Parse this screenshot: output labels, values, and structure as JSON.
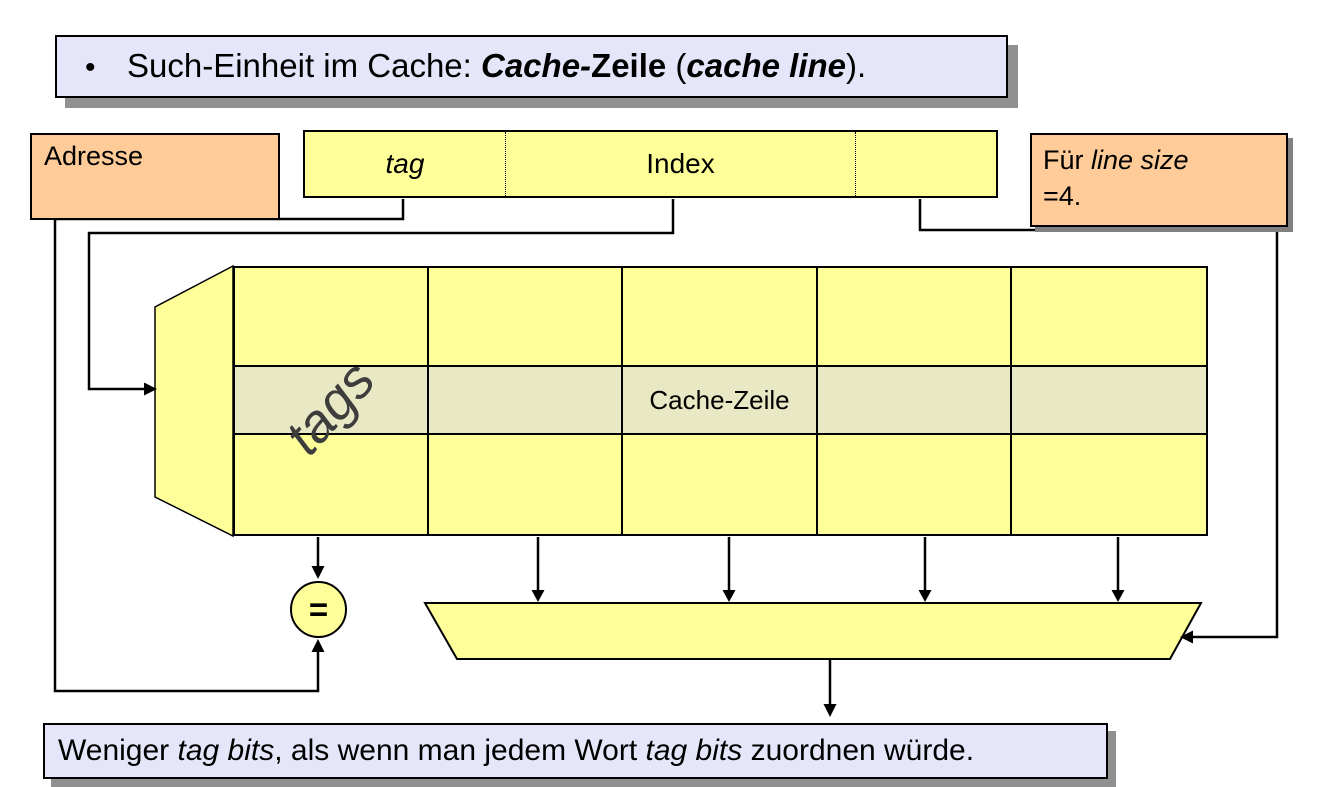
{
  "title_box": {
    "bullet": "•",
    "segments": [
      {
        "text": "Such-Einheit im Cache: ",
        "style": "n"
      },
      {
        "text": "Cache-",
        "style": "bi"
      },
      {
        "text": "Zeile",
        "style": "b"
      },
      {
        "text": " (",
        "style": "n"
      },
      {
        "text": "cache line",
        "style": "bi"
      },
      {
        "text": ").",
        "style": "n"
      }
    ]
  },
  "address": {
    "label": "Adresse",
    "fields": [
      {
        "label": "tag"
      },
      {
        "label": "Index"
      },
      {
        "label": ""
      }
    ]
  },
  "note_box": {
    "lines": [
      {
        "segments": [
          {
            "text": "Für ",
            "style": "n"
          },
          {
            "text": "line size",
            "style": "i"
          }
        ]
      },
      {
        "segments": [
          {
            "text": "=4.",
            "style": "n"
          }
        ]
      }
    ]
  },
  "cache_table": {
    "rows": 3,
    "columns": 5,
    "highlighted_row_index": 1,
    "highlighted_row_label": "Cache-Zeile",
    "tags_label": "tags"
  },
  "comparator": {
    "label": "="
  },
  "bottom_box": {
    "segments": [
      {
        "text": "Weniger ",
        "style": "n"
      },
      {
        "text": "tag bits",
        "style": "i"
      },
      {
        "text": ", als wenn man jedem Wort ",
        "style": "n"
      },
      {
        "text": "tag bits",
        "style": "i"
      },
      {
        "text": " zuordnen würde.",
        "style": "n"
      }
    ]
  },
  "colors": {
    "panel_lavender": "#e6e6fa",
    "box_orange": "#ffcc99",
    "shape_yellow": "#ffff99",
    "highlight_row": "#e8e8c4",
    "shadow_gray": "#909090",
    "line_black": "#000000"
  }
}
